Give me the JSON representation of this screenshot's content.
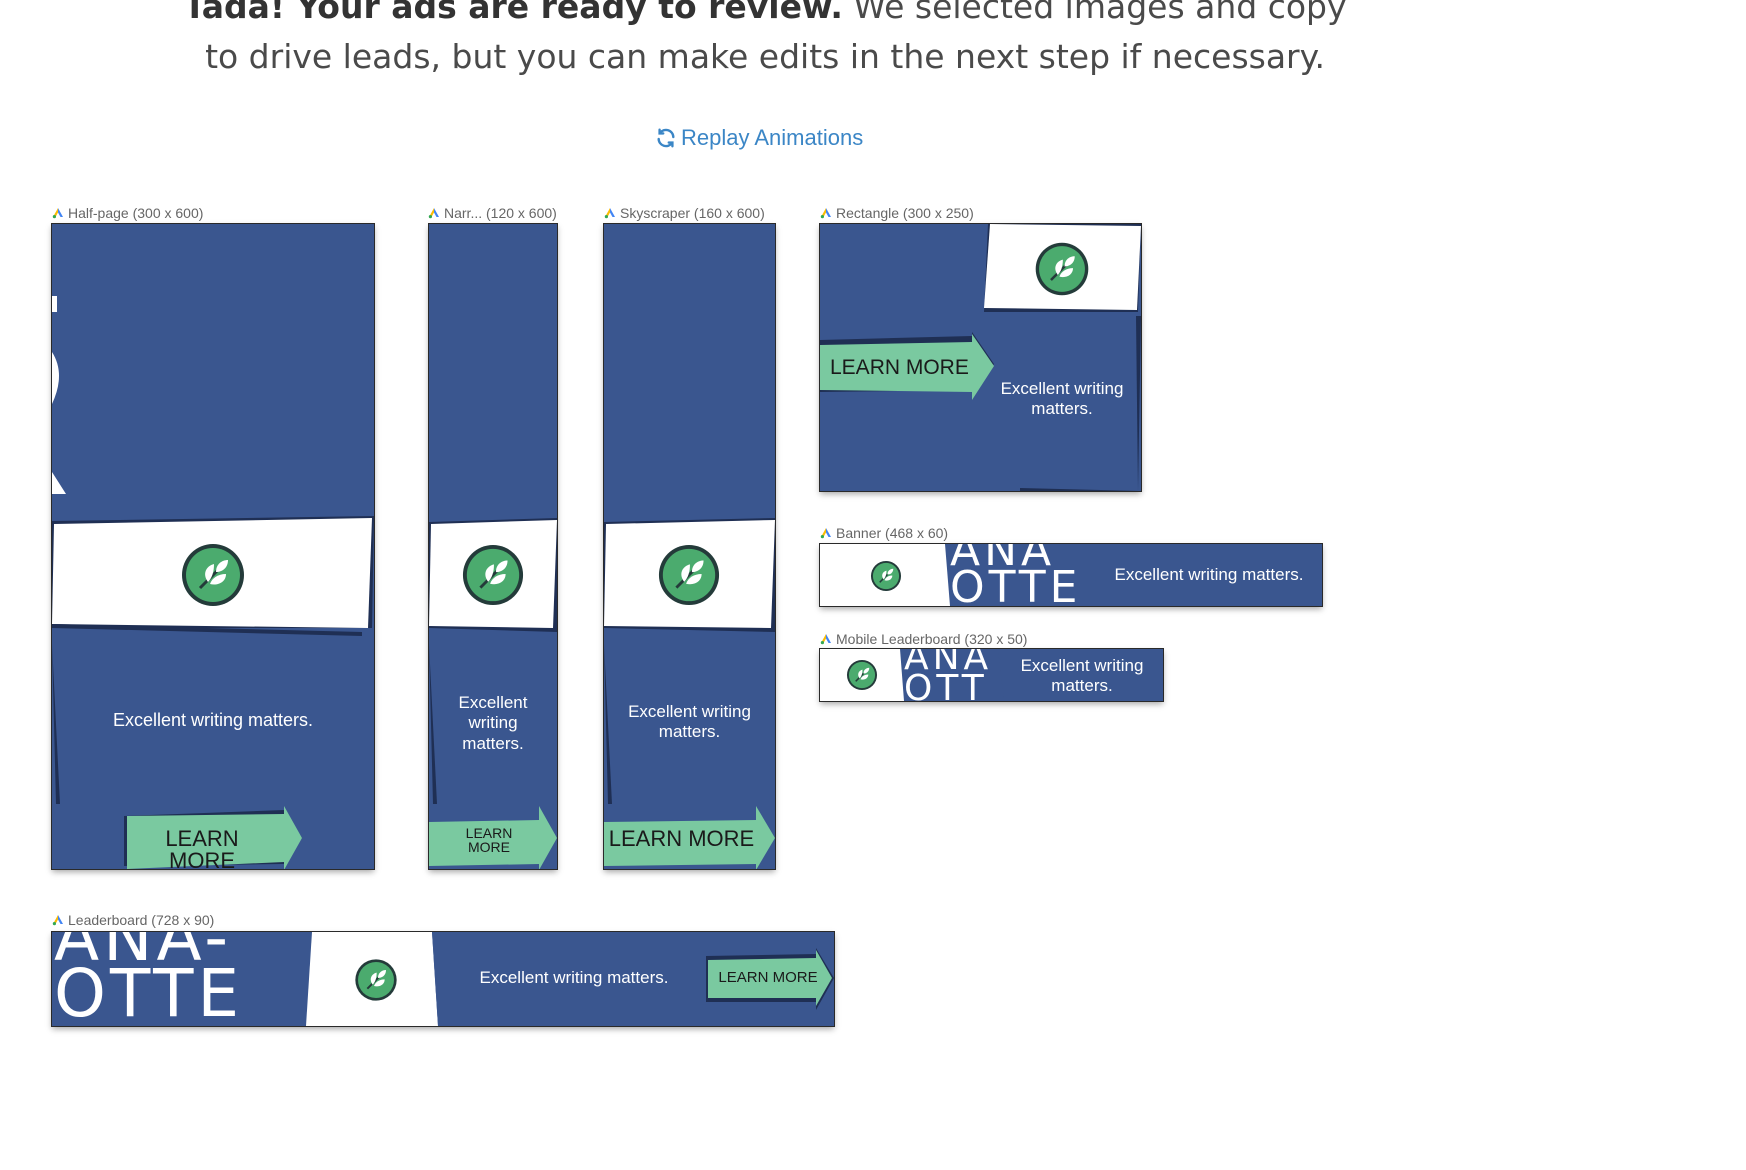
{
  "header": {
    "headline_bold": "Tada! Your ads are ready to review.",
    "headline_rest": " We selected images and copy",
    "headline_line2": "to drive leads, but you can make edits in the next step if necessary."
  },
  "replay": {
    "label": "Replay Animations",
    "icon": "refresh-icon"
  },
  "colors": {
    "ad_bg": "#3a568f",
    "cta": "#7ac9a0",
    "accent_link": "#3b86c6",
    "logo_green": "#4bab6e"
  },
  "ad_tagline": "Excellent writing matters.",
  "ad_tagline_lines_2": [
    "Excellent writing",
    "matters."
  ],
  "ad_tagline_lines_3": [
    "Excellent",
    "writing",
    "matters."
  ],
  "cta": "LEARN MORE",
  "cta_lines": [
    "LEARN",
    "MORE"
  ],
  "ads": {
    "halfpage": {
      "label": "Half-page (300 x 600)"
    },
    "narrow": {
      "label": "Narr... (120 x 600)"
    },
    "skyscraper": {
      "label": "Skyscraper (160 x 600)"
    },
    "rectangle": {
      "label": "Rectangle (300 x 250)"
    },
    "banner": {
      "label": "Banner (468 x 60)",
      "big_text": [
        "ANA",
        "OTTE"
      ]
    },
    "mobile": {
      "label": "Mobile Leaderboard (320 x 50)",
      "big_text": [
        "ANA",
        "OTT"
      ]
    },
    "leaderboard": {
      "label": "Leaderboard (728 x 90)",
      "big_text": [
        "ANA-",
        "OTTE"
      ]
    }
  }
}
